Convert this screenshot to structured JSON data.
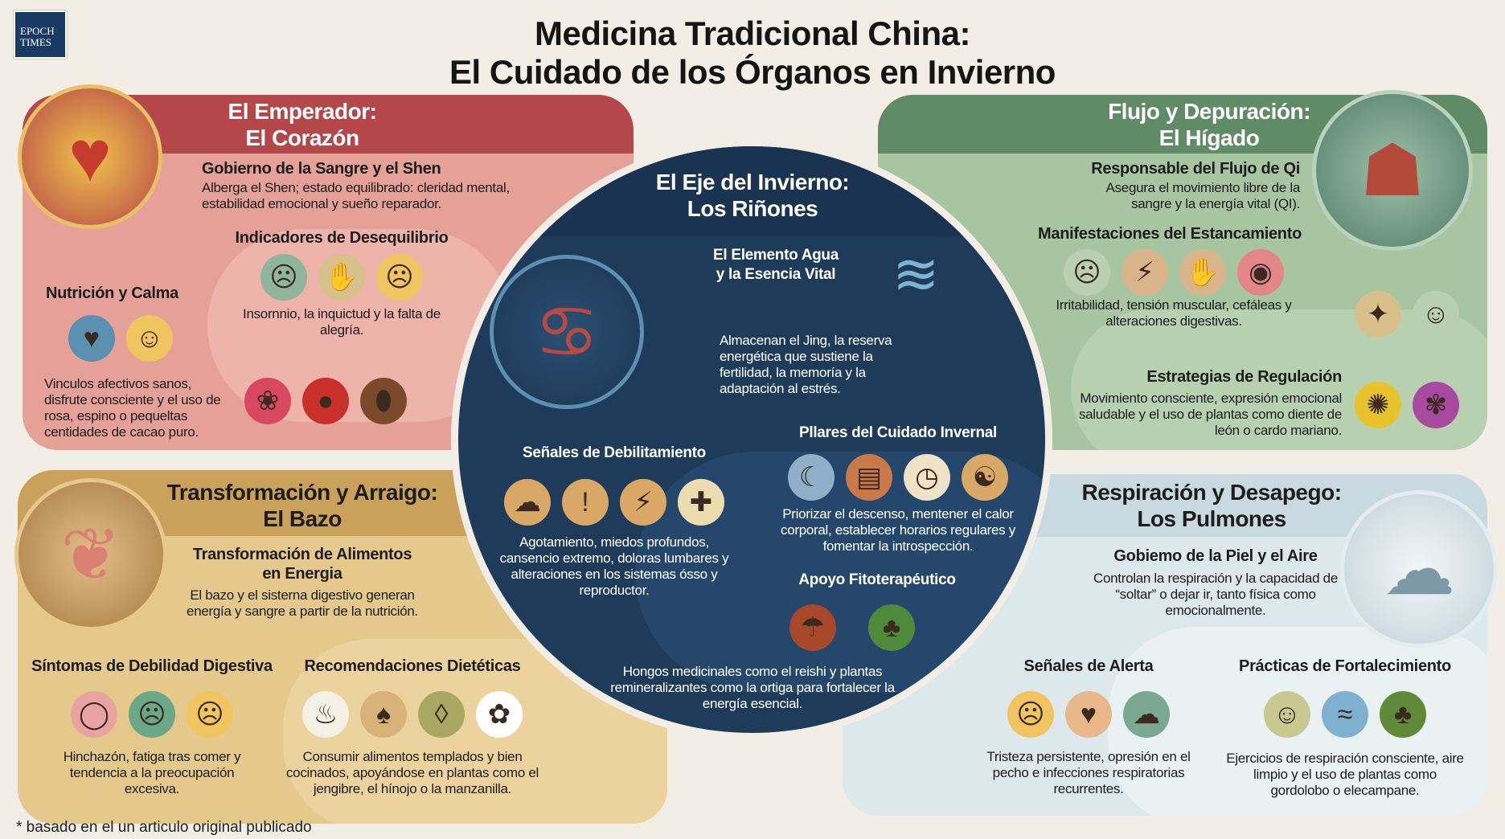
{
  "logo": {
    "line1": "EPOCH",
    "line2": "TIMES"
  },
  "title": {
    "line1": "Medicina Tradicional China:",
    "line2": "El Cuidado de los Órganos en Invierno"
  },
  "colors": {
    "heart": "#b4474a",
    "liver": "#5f8b66",
    "kidney": "#1f3b5a",
    "spleen": "#c9a15a",
    "lungs": "#c9d9e0"
  },
  "heart": {
    "title1": "El Emperador:",
    "title2": "El Corazón",
    "icon": "heart-brain-icon",
    "s1_title": "Gobierno de la Sangre y el Shen",
    "s1_text": "Alberga el Shen; estado equilibrado: cleridad mental, estabilidad emocional y sueño reparador.",
    "s2_title": "Indicadores de Desequilibrio",
    "s2_icons": [
      "sleepless-person-icon",
      "stressed-person-icon",
      "sad-face-icon"
    ],
    "s2_text": "Insornnio, la inquictud y la falta de alegría.",
    "s3_title": "Nutrición y Calma",
    "s3_icons": [
      "hugging-couple-icon",
      "smile-face-icon"
    ],
    "s3_text": "Vinculos afectivos sanos, disfrute consciente y el uso de rosa, espino o pequeltas centidades de cacao puro.",
    "s3_icons2": [
      "rose-petals-icon",
      "hawthorn-berries-icon",
      "cacao-pod-icon"
    ]
  },
  "kidney": {
    "title1": "El Eje del Invierno:",
    "title2": "Los Riñones",
    "icon": "kidneys-icon",
    "s1_title1": "El Elemento Agua",
    "s1_title2": "y la Esencia Vital",
    "s1_text": "Almacenan el Jing, la reserva energética que sustiene la fertilidad, la memoría y la adaptación al estrés.",
    "s2_title": "Señales de Debilitamiento",
    "s2_icons": [
      "exhausted-person-icon",
      "fearful-person-icon",
      "back-pain-icon",
      "joint-icon"
    ],
    "s2_text": "Agotamiento, miedos profundos, cansencio extremo, doloras lumbares y alteraciones en los sistemas ósso y reproductor.",
    "s3_title": "Pllares del Cuidado Invernal",
    "s3_icons": [
      "bed-sleep-icon",
      "blanket-icon",
      "clock-icon",
      "meditation-icon"
    ],
    "s3_text": "Priorizar el descenso, mentener el calor corporal, establecer horarios regulares y fomentar la introspección.",
    "s4_title": "Apoyo Fitoterapéutico",
    "s4_icons": [
      "reishi-mushroom-icon",
      "nettle-plant-icon"
    ],
    "s4_text": "Hongos medicinales como el reishi y plantas remineralizantes como la ortiga para fortalecer la energía esencial."
  },
  "liver": {
    "title1": "Flujo y Depuración:",
    "title2": "El Hígado",
    "icon": "liver-body-icon",
    "s1_title": "Responsable del Flujo de Qi",
    "s1_text": "Asegura el movimiento libre de la sangre y la energía vital (QI).",
    "s2_title": "Manifestaciones del Estancamiento",
    "s2_icons": [
      "angry-face-icon",
      "tense-person-icon",
      "headache-person-icon",
      "stomach-icon"
    ],
    "s2_text": "Irritabilidad, tensión muscular, cefáleas y alteraciones digestivas.",
    "s3_icons": [
      "stretching-person-icon",
      "laughing-face-icon"
    ],
    "s3_title": "Estrategias de Regulación",
    "s3_text": "Movimiento consciente, expresión emocional saludable y el uso de plantas como diente de león o cardo mariano.",
    "s3_icons2": [
      "dandelion-icon",
      "milk-thistle-icon"
    ]
  },
  "spleen": {
    "title1": "Transformación y Arraigo:",
    "title2": "El Bazo",
    "icon": "digestive-system-icon",
    "s1_title1": "Transformación de Alimentos",
    "s1_title2": "en Energia",
    "s1_text": "El bazo y el sisterna digestivo generan energía y sangre a partir de la nutrición.",
    "s2_title": "Síntomas de Debilidad Digestiva",
    "s2_icons": [
      "bloated-belly-icon",
      "tired-person-icon",
      "worried-face-icon"
    ],
    "s2_text": "Hinchazón, fatiga tras comer y tendencia a la preocupación excesiva.",
    "s3_title": "Recomendaciones Dietéticas",
    "s3_icons": [
      "soup-bowl-icon",
      "ginger-icon",
      "fennel-seeds-icon",
      "chamomile-icon"
    ],
    "s3_text": "Consumir alimentos templados y bien cocinados, apoyándose en plantas como el jengibre, el hínojo o la manzanilla."
  },
  "lungs": {
    "title1": "Respiración y Desapego:",
    "title2": "Los Pulmones",
    "icon": "lungs-icon",
    "s1_title": "Gobiemo de la Piel y el Aire",
    "s1_text": "Controlan la respiración y la capacidad de “soltar” o dejar ir, tanto física como emocionalmente.",
    "s2_title": "Señales de Alerta",
    "s2_icons": [
      "sad-face-icon",
      "chest-tightness-icon",
      "coughing-person-icon"
    ],
    "s2_text": "Tristeza persistente, opresión en el pecho e infecciones respiratorias recurrentes.",
    "s3_title": "Prácticas de Fortalecimiento",
    "s3_icons": [
      "breathing-person-icon",
      "wind-icon",
      "mullein-plant-icon"
    ],
    "s3_text": "Ejercicios de respiración consciente, aire limpio y el uso de plantas como gordolobo o elecampane."
  },
  "footnote": "* basado en el un articulo original publicado"
}
